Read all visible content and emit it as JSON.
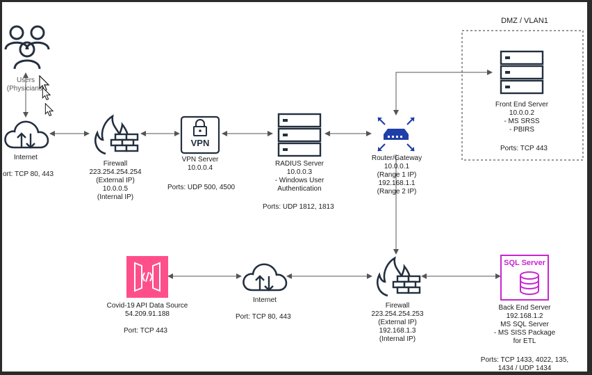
{
  "dmz": {
    "title": "DMZ / VLAN1"
  },
  "users": {
    "lines": [
      "Users",
      "(Physicians)"
    ]
  },
  "internet_left": {
    "name": "Internet",
    "ports": "ort: TCP 80, 443"
  },
  "firewall_top": {
    "lines": [
      "Firewall",
      "223.254.254.254",
      "(External IP)",
      "10.0.0.5",
      "(Internal IP)"
    ]
  },
  "vpn": {
    "badge": "VPN",
    "lines": [
      "VPN Server",
      "10.0.0.4"
    ],
    "ports": "Ports: UDP 500, 4500"
  },
  "radius": {
    "lines": [
      "RADIUS Server",
      "10.0.0.3",
      "- Windows User",
      "Authentication"
    ],
    "ports": "Ports: UDP 1812, 1813"
  },
  "router": {
    "lines": [
      "Router/Gateway",
      "10.0.0.1",
      "(Range 1 IP)",
      "192.168.1.1",
      "(Range 2 IP)"
    ]
  },
  "frontend": {
    "lines": [
      "Front End Server",
      "10.0.0.2",
      "- MS SRSS",
      "- PBIRS"
    ],
    "ports": "Ports: TCP 443"
  },
  "api": {
    "lines": [
      "Covid-19 API Data Source",
      "54.209.91.188"
    ],
    "ports": "Port: TCP 443"
  },
  "internet_bottom": {
    "name": "Internet",
    "ports": "Port: TCP 80, 443"
  },
  "firewall_bottom": {
    "lines": [
      "Firewall",
      "223.254.254.253",
      "(External IP)",
      "192.168.1.3",
      "(Internal IP)"
    ]
  },
  "sql": {
    "badge": "SQL Server",
    "lines": [
      "Back End Server",
      "192.168.1.2",
      "MS SQL Server",
      "- MS SISS Package",
      "for ETL"
    ],
    "ports_lines": [
      "Ports: TCP 1433, 4022, 135,",
      "1434 / UDP 1434"
    ]
  },
  "colors": {
    "stroke": "#232f3e",
    "router": "#1f3fa8",
    "api": "#ff4f8b",
    "sql": "#c925d1",
    "connector": "#555555"
  }
}
